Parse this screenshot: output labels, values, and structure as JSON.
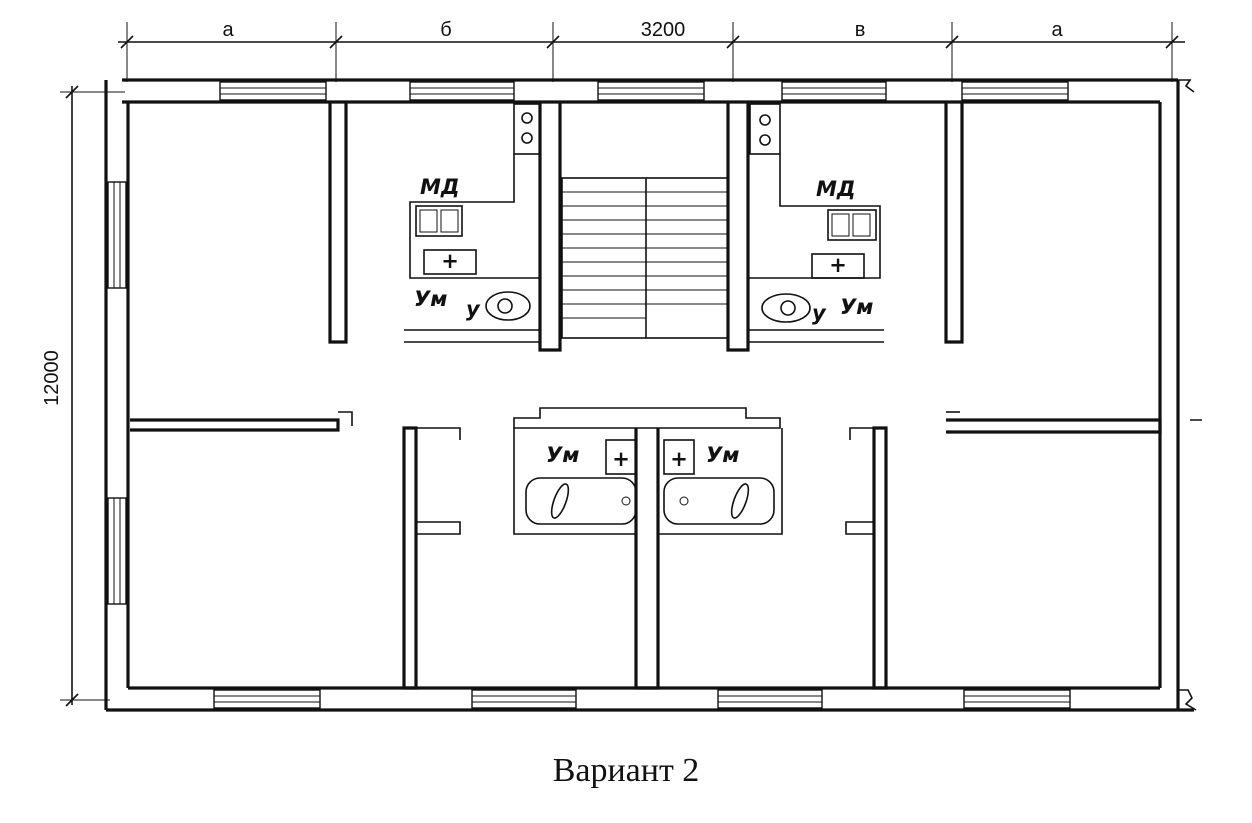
{
  "dimensions": {
    "top": [
      "а",
      "б",
      "3200",
      "в",
      "а"
    ],
    "left": "12000"
  },
  "fixture_labels": {
    "kitchen_stove": "МД",
    "kitchen_sink": "Ум",
    "toilet": "у",
    "bath_sink": "Ум"
  },
  "caption": "Вариант 2"
}
